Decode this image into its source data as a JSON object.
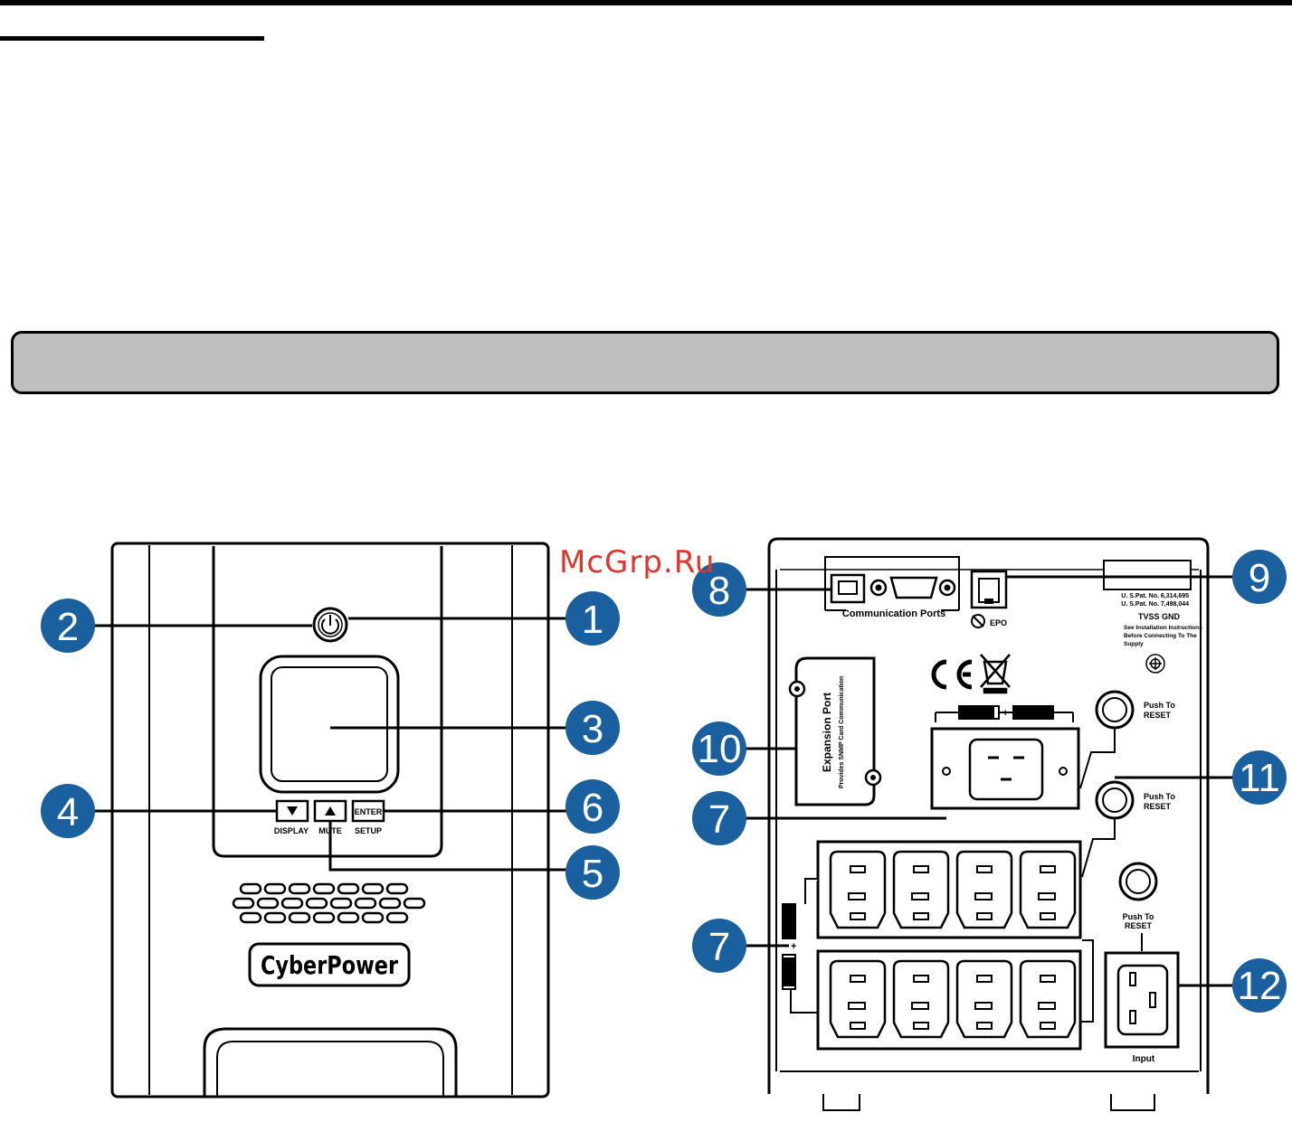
{
  "watermark": "McGrp.Ru",
  "front": {
    "buttons": {
      "display": "DISPLAY",
      "mute": "MUTE",
      "enter": "ENTER",
      "setup": "SETUP"
    },
    "brand": "CyberPower"
  },
  "rear": {
    "communication_ports": "Communication Ports",
    "epo": "EPO",
    "patents": [
      "U. S.Pat. No. 6,314,695",
      "U. S.Pat. No. 7,498,044"
    ],
    "tvss": "TVSS GND",
    "tvss_note": [
      "See Installation Instructions",
      "Before Connecting To The",
      "Supply"
    ],
    "expansion_port": "Expansion Port",
    "expansion_note": "Provides SNMP Card Communication",
    "push_reset_1": "Push To",
    "push_reset_2": "RESET",
    "input": "Input"
  },
  "callouts": [
    "1",
    "2",
    "3",
    "4",
    "5",
    "6",
    "7",
    "7",
    "8",
    "9",
    "10",
    "11",
    "12"
  ],
  "colors": {
    "callout": "#1a5f9e",
    "section_bar": "#bfbfbf",
    "watermark": "#e0352c"
  }
}
